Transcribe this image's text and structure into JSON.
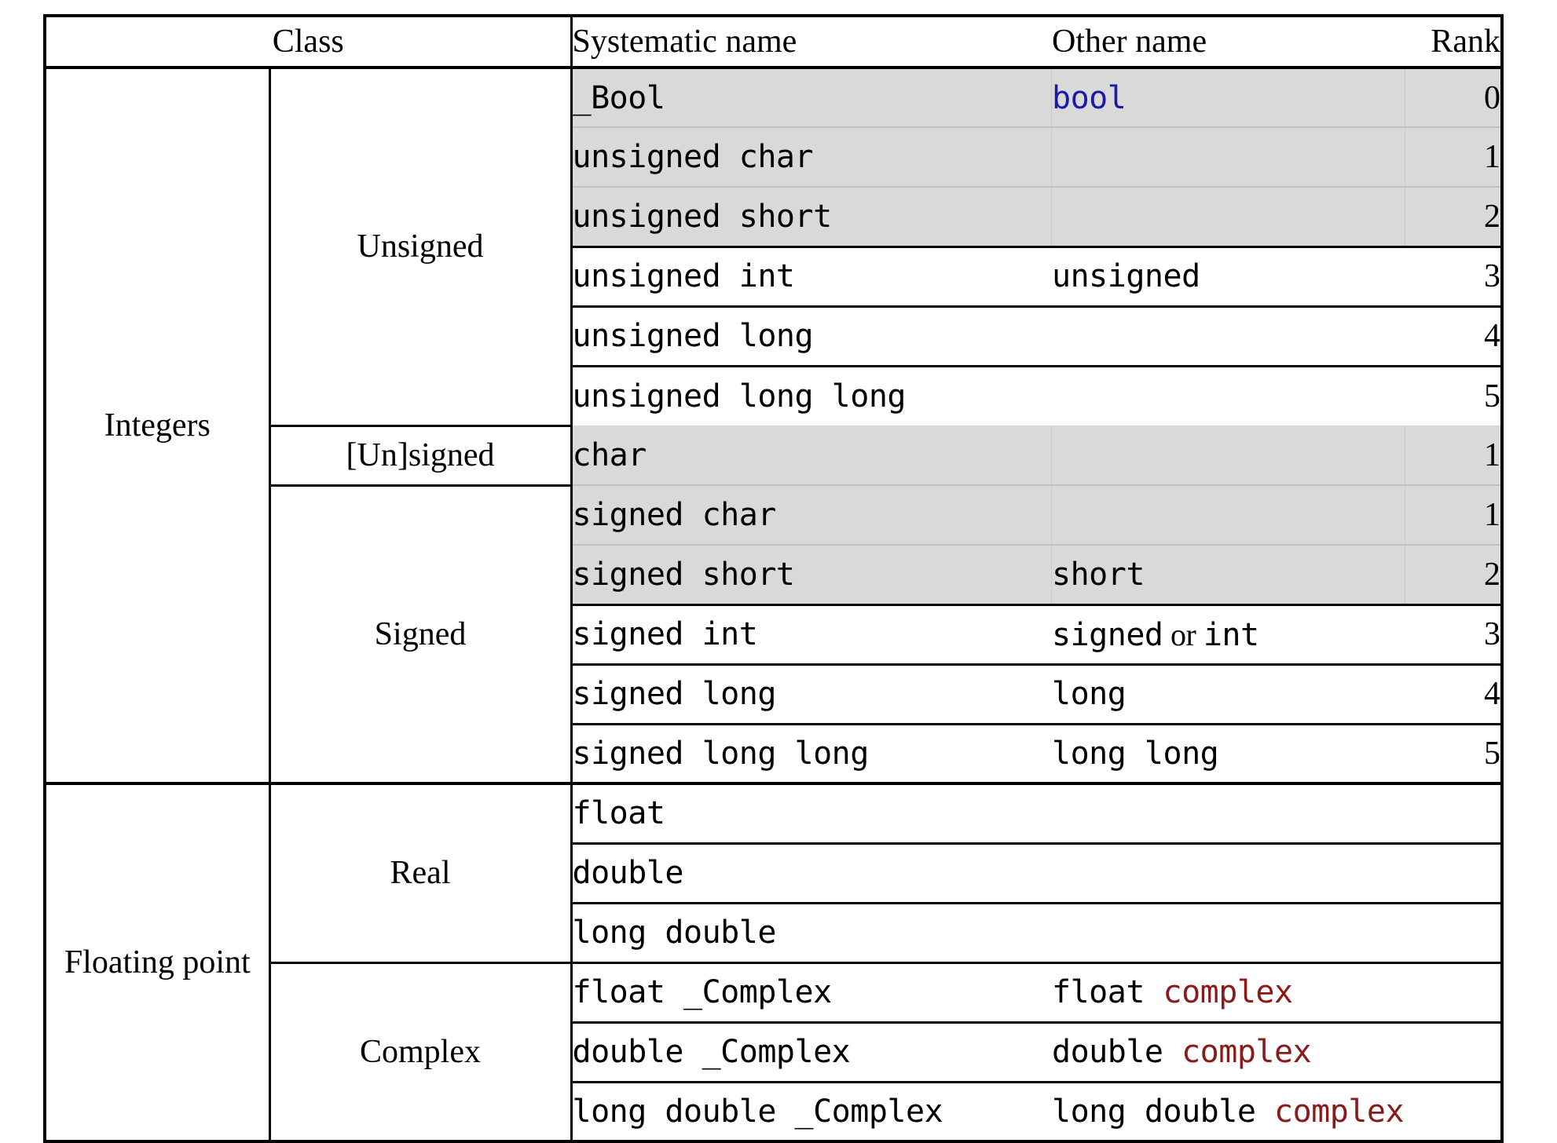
{
  "table": {
    "headers": {
      "class": "Class",
      "systematic_name": "Systematic name",
      "other_name": "Other name",
      "rank": "Rank"
    },
    "colors": {
      "shade": "#d9d9d9",
      "bool_blue": "#1a1aaa",
      "complex_red": "#8b1a1a",
      "rule": "#000000"
    },
    "classes": {
      "integers": "Integers",
      "floating_point": "Floating point"
    },
    "subclasses": {
      "unsigned": "Unsigned",
      "unsigned_or_signed": "[Un]signed",
      "signed": "Signed",
      "real": "Real",
      "complex": "Complex"
    },
    "conjunction": "or",
    "rows": [
      {
        "systematic": "_Bool",
        "other": "bool",
        "rank": "0",
        "shaded": true,
        "class": "Integers",
        "subclass": "Unsigned"
      },
      {
        "systematic": "unsigned char",
        "other": "",
        "rank": "1",
        "shaded": true,
        "class": "Integers",
        "subclass": "Unsigned"
      },
      {
        "systematic": "unsigned short",
        "other": "",
        "rank": "2",
        "shaded": true,
        "class": "Integers",
        "subclass": "Unsigned"
      },
      {
        "systematic": "unsigned int",
        "other": "unsigned",
        "rank": "3",
        "shaded": false,
        "class": "Integers",
        "subclass": "Unsigned"
      },
      {
        "systematic": "unsigned long",
        "other": "",
        "rank": "4",
        "shaded": false,
        "class": "Integers",
        "subclass": "Unsigned"
      },
      {
        "systematic": "unsigned long long",
        "other": "",
        "rank": "5",
        "shaded": false,
        "class": "Integers",
        "subclass": "Unsigned"
      },
      {
        "systematic": "char",
        "other": "",
        "rank": "1",
        "shaded": true,
        "class": "Integers",
        "subclass": "[Un]signed"
      },
      {
        "systematic": "signed char",
        "other": "",
        "rank": "1",
        "shaded": true,
        "class": "Integers",
        "subclass": "Signed"
      },
      {
        "systematic": "signed short",
        "other": "short",
        "rank": "2",
        "shaded": true,
        "class": "Integers",
        "subclass": "Signed"
      },
      {
        "systematic": "signed int",
        "other": "signed or int",
        "rank": "3",
        "shaded": false,
        "class": "Integers",
        "subclass": "Signed"
      },
      {
        "systematic": "signed long",
        "other": "long",
        "rank": "4",
        "shaded": false,
        "class": "Integers",
        "subclass": "Signed"
      },
      {
        "systematic": "signed long long",
        "other": "long long",
        "rank": "5",
        "shaded": false,
        "class": "Integers",
        "subclass": "Signed"
      },
      {
        "systematic": "float",
        "other": "",
        "rank": "",
        "shaded": false,
        "class": "Floating point",
        "subclass": "Real"
      },
      {
        "systematic": "double",
        "other": "",
        "rank": "",
        "shaded": false,
        "class": "Floating point",
        "subclass": "Real"
      },
      {
        "systematic": "long double",
        "other": "",
        "rank": "",
        "shaded": false,
        "class": "Floating point",
        "subclass": "Real"
      },
      {
        "systematic": "float _Complex",
        "other": "float complex",
        "rank": "",
        "shaded": false,
        "class": "Floating point",
        "subclass": "Complex"
      },
      {
        "systematic": "double _Complex",
        "other": "double complex",
        "rank": "",
        "shaded": false,
        "class": "Floating point",
        "subclass": "Complex"
      },
      {
        "systematic": "long double _Complex",
        "other": "long double complex",
        "rank": "",
        "shaded": false,
        "class": "Floating point",
        "subclass": "Complex"
      }
    ],
    "cells": {
      "r0_sys": "_Bool",
      "r0_other": "bool",
      "r0_rank": "0",
      "r1_sys": "unsigned char",
      "r1_other": "",
      "r1_rank": "1",
      "r2_sys": "unsigned short",
      "r2_other": "",
      "r2_rank": "2",
      "r3_sys": "unsigned int",
      "r3_other": "unsigned",
      "r3_rank": "3",
      "r4_sys": "unsigned long",
      "r4_other": "",
      "r4_rank": "4",
      "r5_sys": "unsigned long long",
      "r5_other": "",
      "r5_rank": "5",
      "r6_sys": "char",
      "r6_other": "",
      "r6_rank": "1",
      "r7_sys": "signed char",
      "r7_other": "",
      "r7_rank": "1",
      "r8_sys": "signed short",
      "r8_other": "short",
      "r8_rank": "2",
      "r9_sys": "signed int",
      "r9_other_a": "signed",
      "r9_other_b": "int",
      "r9_rank": "3",
      "r10_sys": "signed long",
      "r10_other": "long",
      "r10_rank": "4",
      "r11_sys": "signed long long",
      "r11_other": "long long",
      "r11_rank": "5",
      "r12_sys": "float",
      "r12_other": "",
      "r12_rank": "",
      "r13_sys": "double",
      "r13_other": "",
      "r13_rank": "",
      "r14_sys": "long double",
      "r14_other": "",
      "r14_rank": "",
      "r15_sys": "float _Complex",
      "r15_other_a": "float ",
      "r15_other_b": "complex",
      "r15_rank": "",
      "r16_sys": "double _Complex",
      "r16_other_a": "double ",
      "r16_other_b": "complex",
      "r16_rank": "",
      "r17_sys": "long double _Complex",
      "r17_other_a": "long double ",
      "r17_other_b": "complex",
      "r17_rank": ""
    }
  }
}
